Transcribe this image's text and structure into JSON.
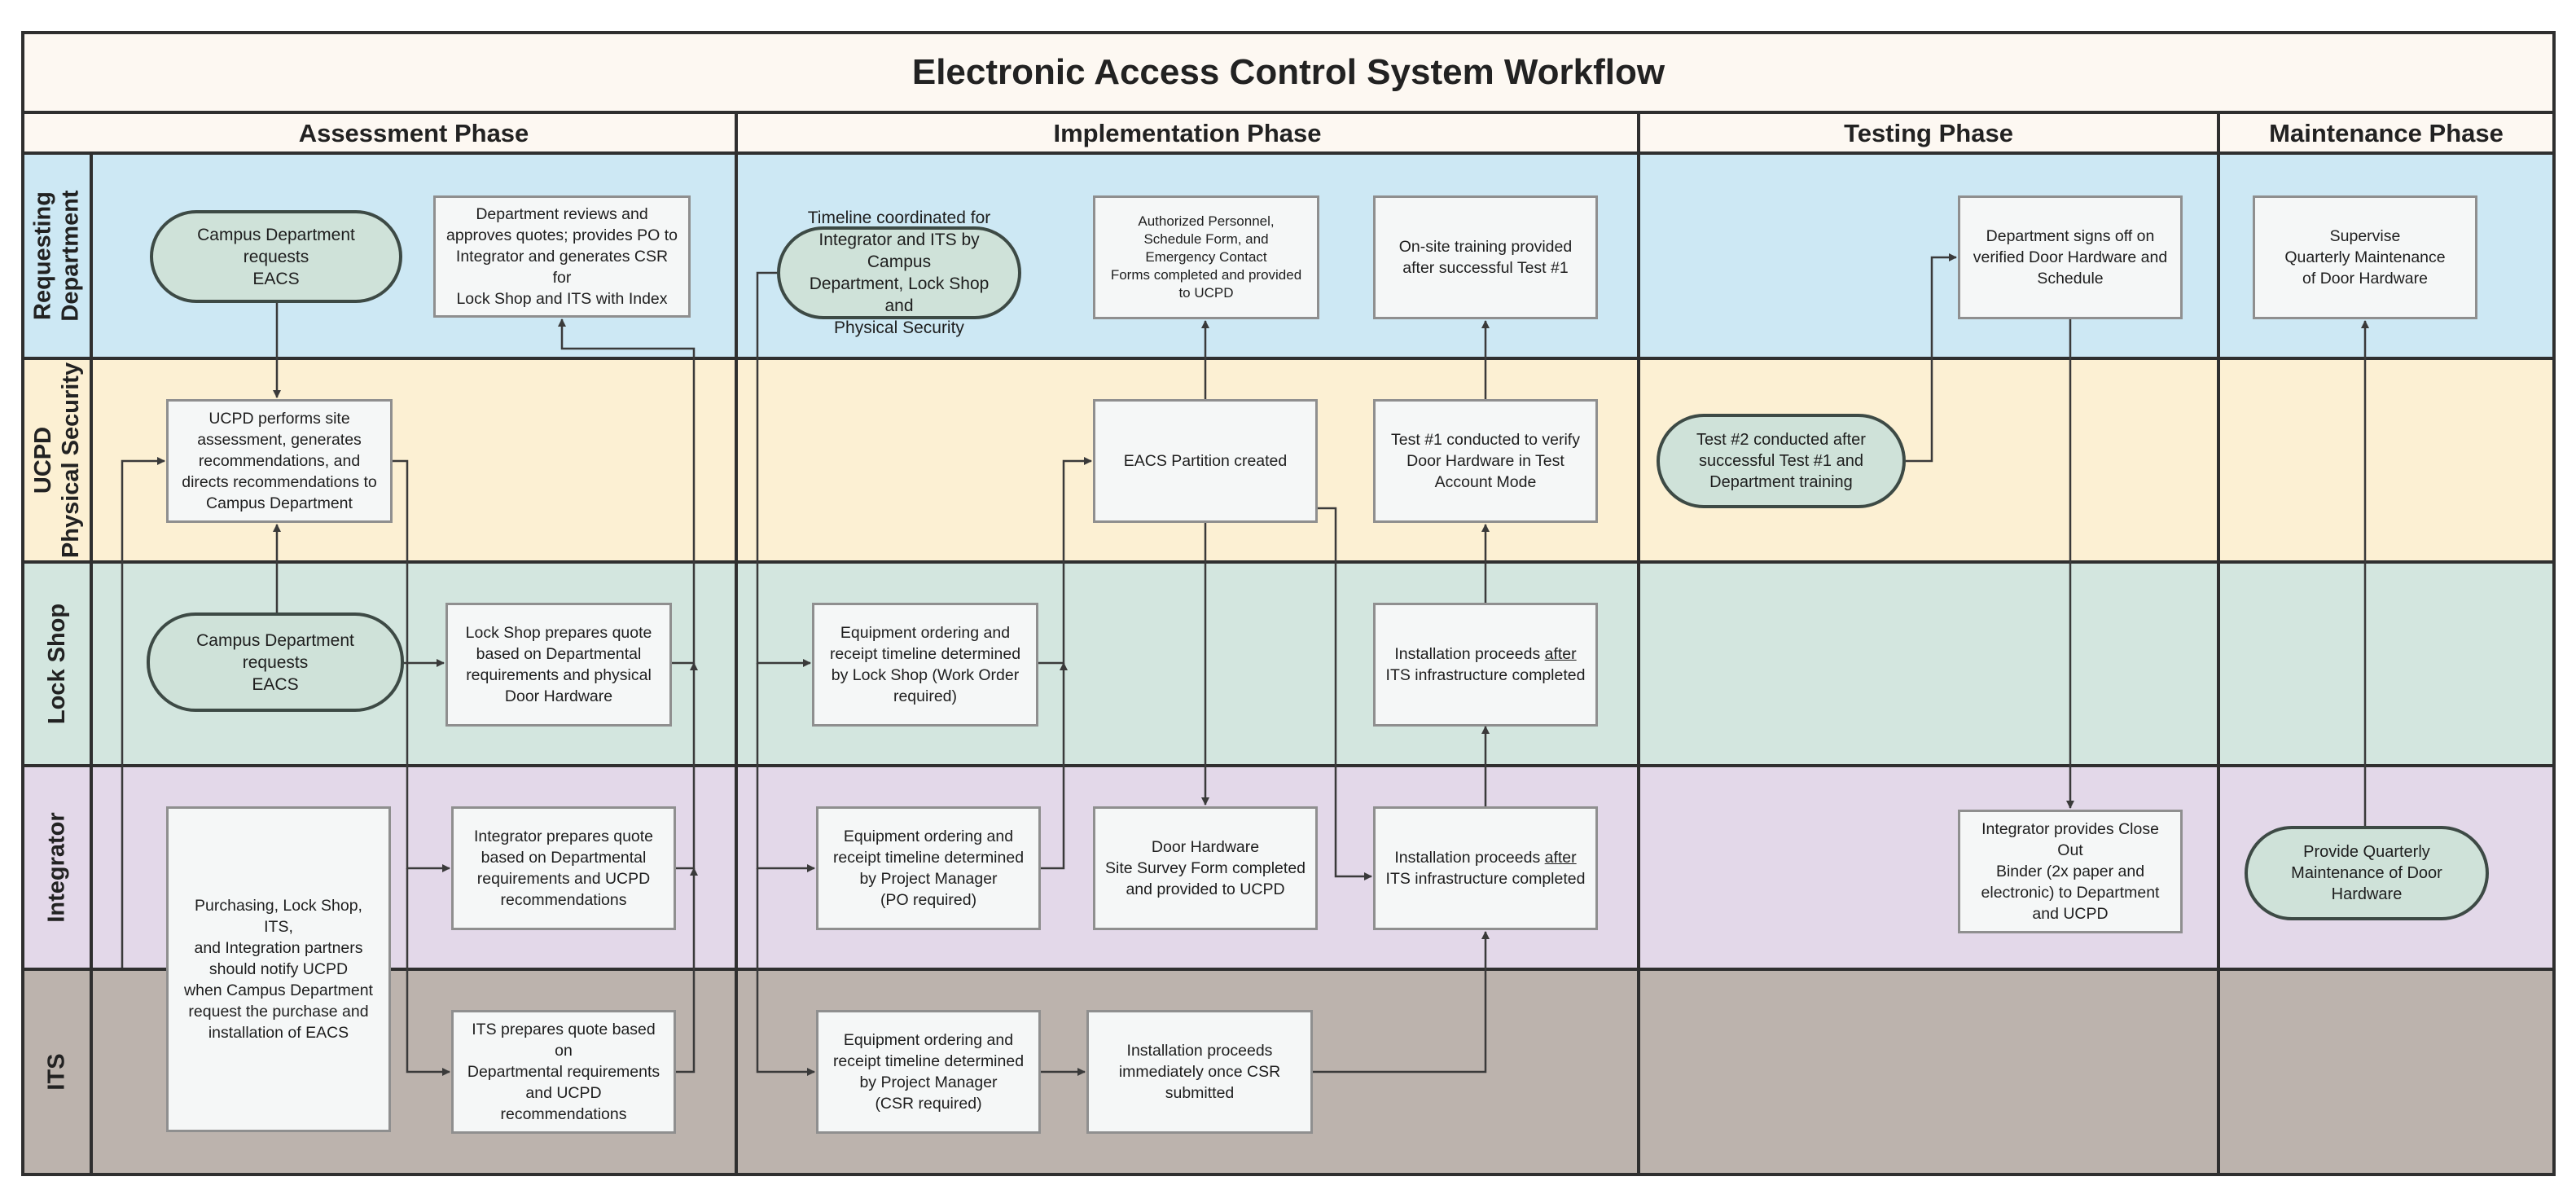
{
  "title": "Electronic Access Control System Workflow",
  "phases": [
    "Assessment Phase",
    "Implementation Phase",
    "Testing Phase",
    "Maintenance Phase"
  ],
  "lanes": [
    "Requesting\nDepartment",
    "UCPD\nPhysical Security",
    "Lock Shop",
    "Integrator",
    "ITS"
  ],
  "colors": {
    "lane_requesting": "#cde8f4",
    "lane_ucpd": "#fcf0d3",
    "lane_lockshop": "#d3e6df",
    "lane_integrator": "#e3d8e9",
    "lane_its": "#bcb3ad",
    "header": "#fdf8f2",
    "pill_fill": "#cfe2d9",
    "box_fill": "#f5f7f7"
  },
  "nodes": {
    "n1": "Campus Department requests\nEACS",
    "n2": "Department reviews and\napproves quotes; provides PO to\nIntegrator and generates CSR for\nLock Shop and ITS with Index",
    "n3": "UCPD performs site\nassessment, generates\nrecommendations,  and\ndirects recommendations to\nCampus Department",
    "n4": "Campus Department requests\nEACS",
    "n5": "Lock Shop prepares quote\nbased on Departmental\nrequirements and physical\nDoor Hardware",
    "n6": "Purchasing, Lock Shop, ITS,\nand Integration partners\nshould notify UCPD\nwhen Campus Department\nrequest the purchase and\ninstallation of EACS",
    "n7": "Integrator prepares quote\nbased on Departmental\nrequirements and UCPD\nrecommendations",
    "n8": "ITS prepares quote based on\nDepartmental requirements\nand UCPD recommendations",
    "n9": "Timeline coordinated for\nIntegrator and ITS by Campus\nDepartment, Lock Shop and\nPhysical Security",
    "n10": "Authorized Personnel,\nSchedule Form, and\nEmergency Contact\nForms completed and provided\nto UCPD",
    "n11": "On-site training provided\nafter successful Test #1",
    "n12": "EACS Partition created",
    "n13": "Test #1 conducted to verify\nDoor Hardware in Test\nAccount Mode",
    "n14": "Equipment ordering and\nreceipt timeline determined\nby  Lock Shop (Work Order\nrequired)",
    "n15_a": "Installation proceeds ",
    "n15_b": "after",
    "n15_c": "ITS infrastructure completed",
    "n16": "Equipment ordering and\nreceipt timeline determined\nby Project Manager\n(PO required)",
    "n17": "Door Hardware\nSite Survey Form completed\nand provided to UCPD",
    "n18_a": "Installation proceeds ",
    "n18_b": "after",
    "n18_c": "ITS infrastructure completed",
    "n19": "Equipment ordering and\nreceipt timeline determined\nby Project Manager\n(CSR required)",
    "n20": "Installation proceeds\nimmediately once CSR\nsubmitted",
    "n21": "Test #2 conducted after\nsuccessful Test #1 and\nDepartment training",
    "n22": "Department signs off on\nverified Door Hardware and\nSchedule",
    "n23": "Integrator provides Close Out\nBinder (2x paper and\nelectronic) to Department\nand UCPD",
    "n24": "Supervise\nQuarterly Maintenance\nof Door Hardware",
    "n25": "Provide Quarterly\nMaintenance of Door\nHardware"
  }
}
